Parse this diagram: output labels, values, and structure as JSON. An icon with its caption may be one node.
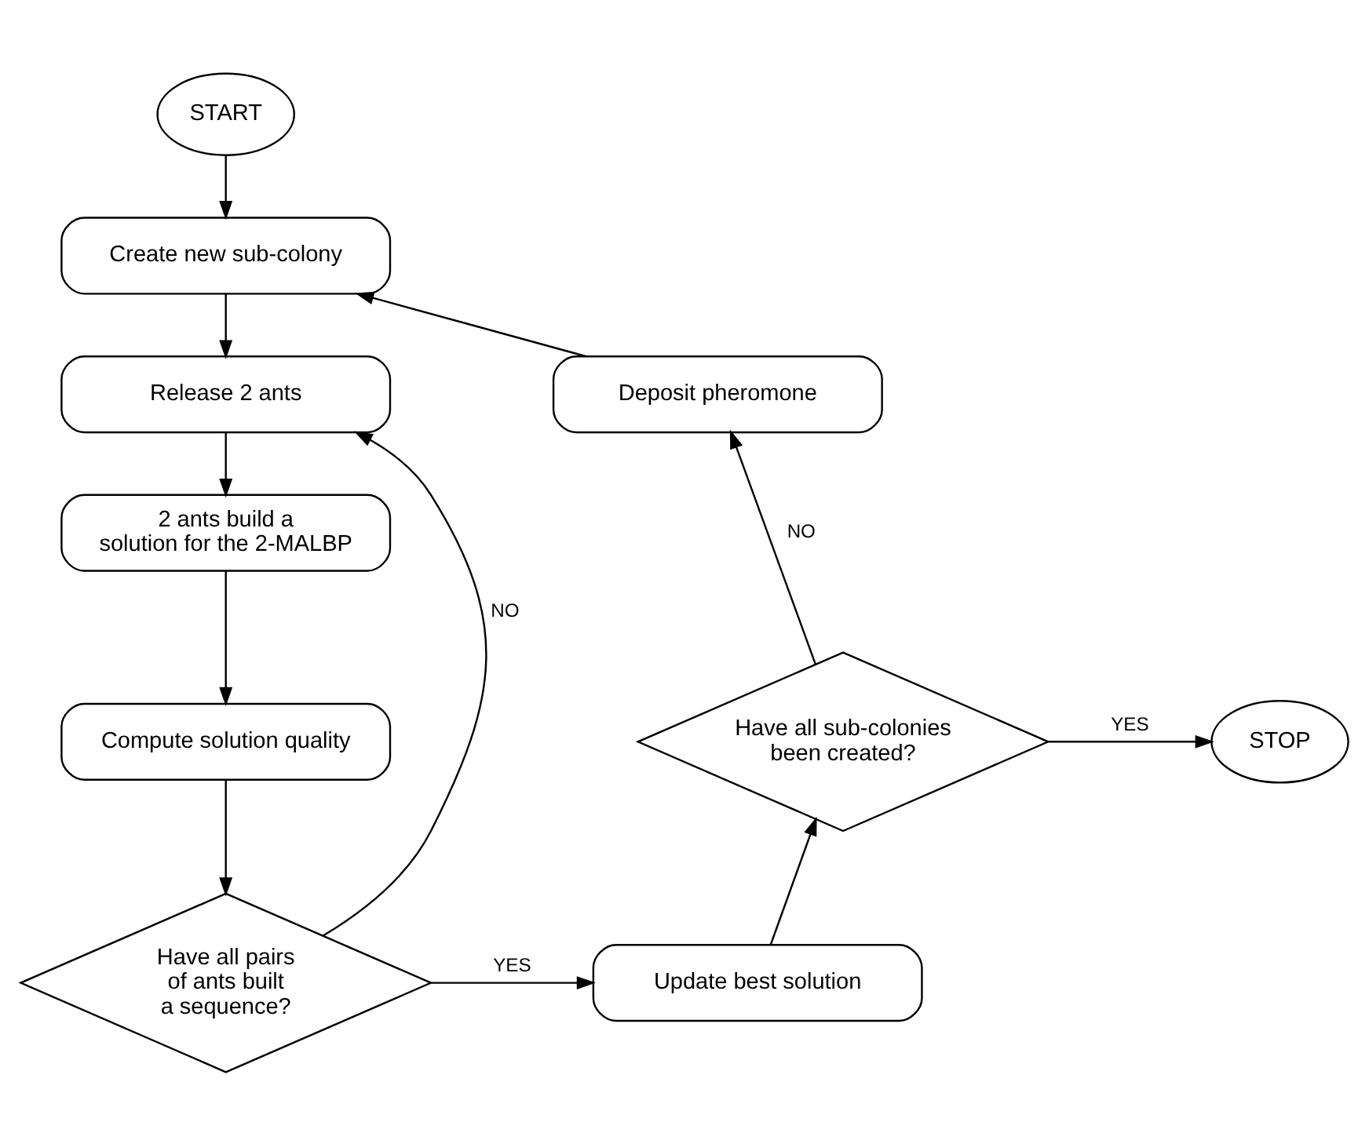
{
  "diagram": {
    "nodes": [
      {
        "text": [
          "START"
        ]
      },
      {
        "text": [
          "Create new sub-colony"
        ]
      },
      {
        "text": [
          "Release 2 ants"
        ]
      },
      {
        "text": [
          "2 ants build a solution for the 2-MALBP"
        ]
      },
      {
        "text": [
          "Compute solution quality"
        ]
      },
      {
        "text": [
          "Have all pairs of ants built a sequence?"
        ]
      },
      {
        "text": [
          "Update best solution"
        ]
      },
      {
        "text": [
          "Have all sub-colonies been created?"
        ]
      },
      {
        "text": [
          "Deposit pheromone"
        ]
      },
      {
        "text": [
          "STOP"
        ]
      }
    ],
    "edges": [
      {
        "from": 0,
        "to": 1,
        "arrow": "to"
      },
      {
        "from": 1,
        "to": 2,
        "arrow": "to"
      },
      {
        "from": 2,
        "to": 3,
        "arrow": "to"
      },
      {
        "from": 3,
        "to": 4,
        "arrow": "to"
      },
      {
        "from": 4,
        "to": 5,
        "arrow": "to"
      },
      {
        "from": 5,
        "to": 2,
        "arrow": "to",
        "label": "NO"
      },
      {
        "from": 5,
        "to": 6,
        "arrow": "to",
        "label": "YES"
      },
      {
        "from": 6,
        "to": 7,
        "arrow": "to"
      },
      {
        "from": 7,
        "to": 8,
        "arrow": "to",
        "label": "NO"
      },
      {
        "from": 7,
        "to": 9,
        "arrow": "to",
        "label": "YES"
      },
      {
        "from": 8,
        "to": 1,
        "arrow": "to"
      }
    ]
  }
}
